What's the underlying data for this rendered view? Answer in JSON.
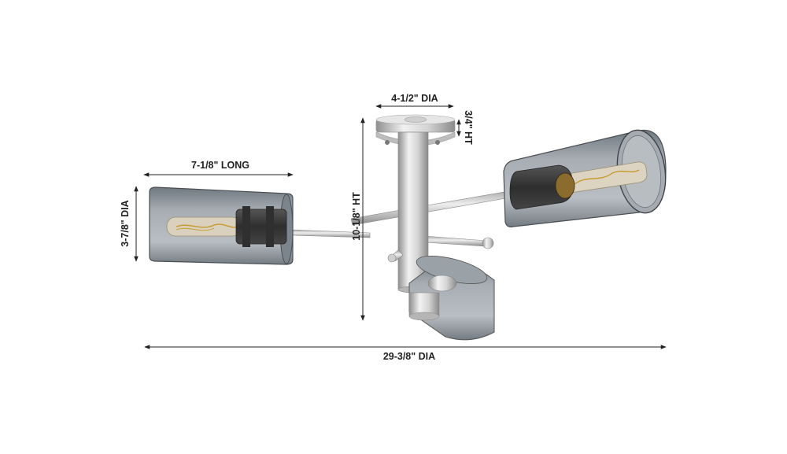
{
  "dimensions": {
    "canopy_diameter": "4-1/2\" DIA",
    "canopy_height": "3/4\" HT",
    "shade_length": "7-1/8\" LONG",
    "shade_diameter": "3-7/8\" DIA",
    "overall_height": "10-1/8\" HT",
    "overall_diameter": "29-3/8\" DIA"
  },
  "colors": {
    "background": "#ffffff",
    "dimension_line": "#222222",
    "brushed_nickel": "#c9c9c9",
    "smoke_glass": "#8a9096",
    "socket": "#3a3a3a"
  }
}
